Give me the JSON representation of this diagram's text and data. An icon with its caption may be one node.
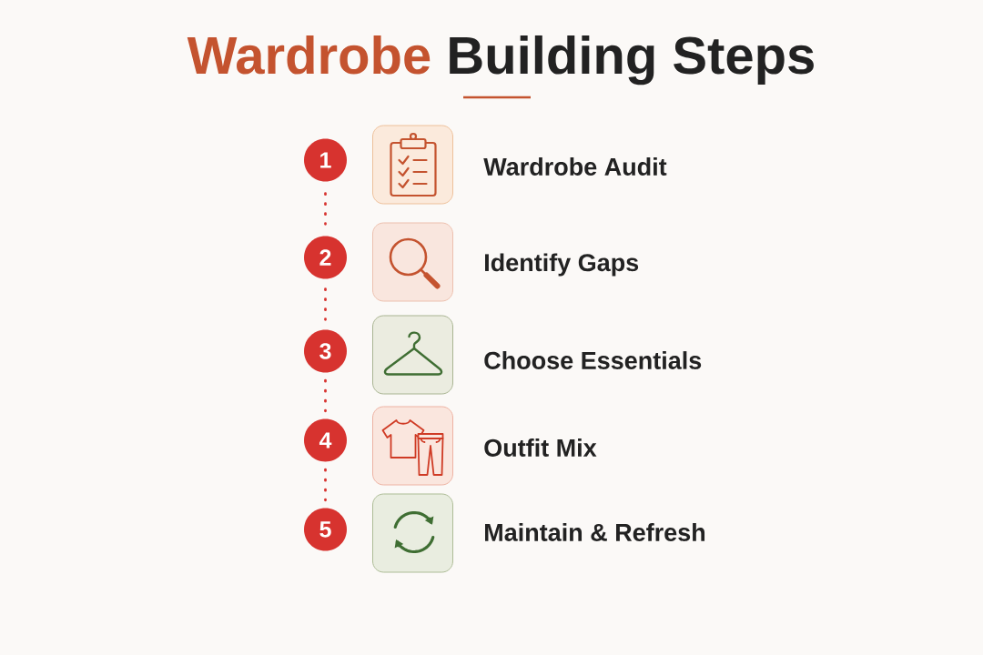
{
  "diagram": {
    "title": "Wardrobe Building Steps",
    "nodes": [
      {
        "text": [
          "1"
        ]
      },
      {
        "text": [
          "2"
        ]
      },
      {
        "text": [
          "3"
        ]
      },
      {
        "text": [
          "4"
        ]
      },
      {
        "text": [
          "5"
        ]
      }
    ],
    "edges": [
      {
        "from": 0,
        "to": 1,
        "arrow": "none",
        "style": "dashed"
      },
      {
        "from": 1,
        "to": 2,
        "arrow": "none",
        "style": "dashed"
      },
      {
        "from": 2,
        "to": 3,
        "arrow": "none",
        "style": "dashed"
      },
      {
        "from": 3,
        "to": 4,
        "arrow": "none",
        "style": "dashed"
      }
    ],
    "labels": [
      "Wardrobe Audit",
      "Identify Gaps",
      "Choose Essentials",
      "Outfit Mix",
      "Maintain & Refresh"
    ]
  }
}
